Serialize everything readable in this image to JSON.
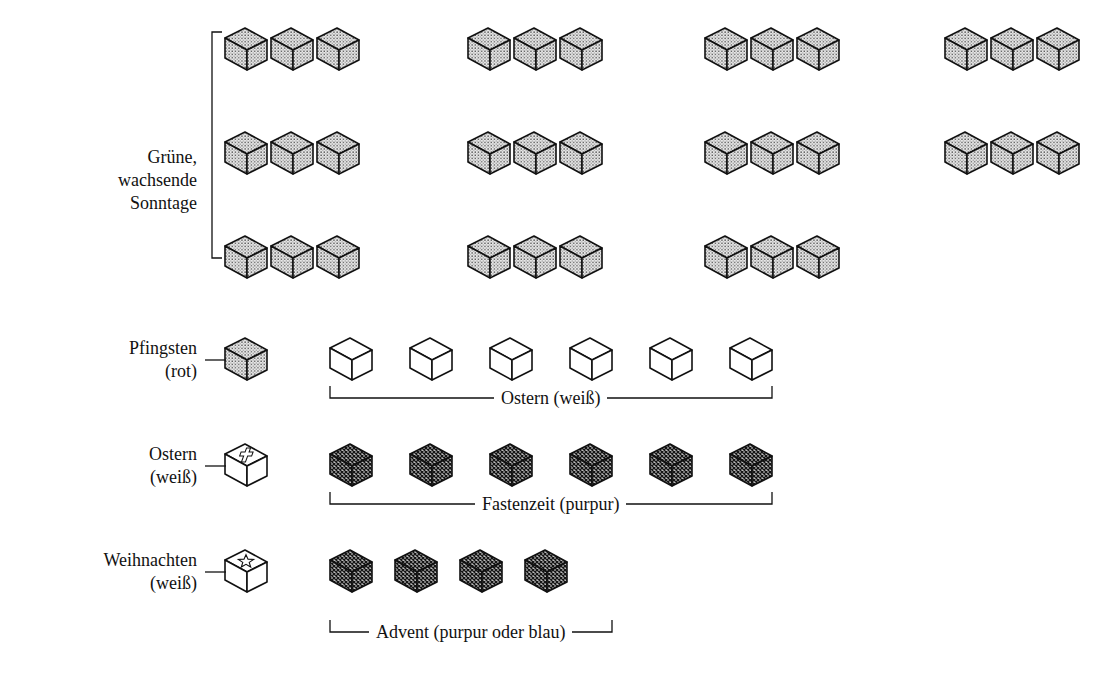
{
  "diagram": {
    "labels": [
      "Grüne, wachsende Sonntage",
      "Pfingsten (rot)",
      "Ostern (weiß)",
      "Ostern (weiß)",
      "Fastenzeit (purpur)",
      "Weihnachten (weiß)",
      "Advent (purpur oder blau)"
    ]
  }
}
